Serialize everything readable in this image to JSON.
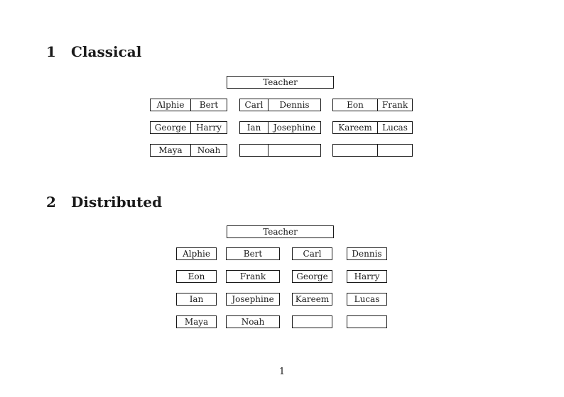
{
  "page_number": "1",
  "classical": {
    "heading_number": "1",
    "heading_title": "Classical",
    "teacher_label": "Teacher",
    "desks": [
      {
        "left": "Alphie",
        "right": "Bert"
      },
      {
        "left": "Carl",
        "right": "Dennis"
      },
      {
        "left": "Eon",
        "right": "Frank"
      },
      {
        "left": "George",
        "right": "Harry"
      },
      {
        "left": "Ian",
        "right": "Josephine"
      },
      {
        "left": "Kareem",
        "right": "Lucas"
      },
      {
        "left": "Maya",
        "right": "Noah"
      },
      {
        "left": "",
        "right": ""
      },
      {
        "left": "",
        "right": ""
      }
    ]
  },
  "distributed": {
    "heading_number": "2",
    "heading_title": "Distributed",
    "teacher_label": "Teacher",
    "desks": [
      "Alphie",
      "Bert",
      "Carl",
      "Dennis",
      "Eon",
      "Frank",
      "George",
      "Harry",
      "Ian",
      "Josephine",
      "Kareem",
      "Lucas",
      "Maya",
      "Noah",
      "",
      ""
    ]
  }
}
